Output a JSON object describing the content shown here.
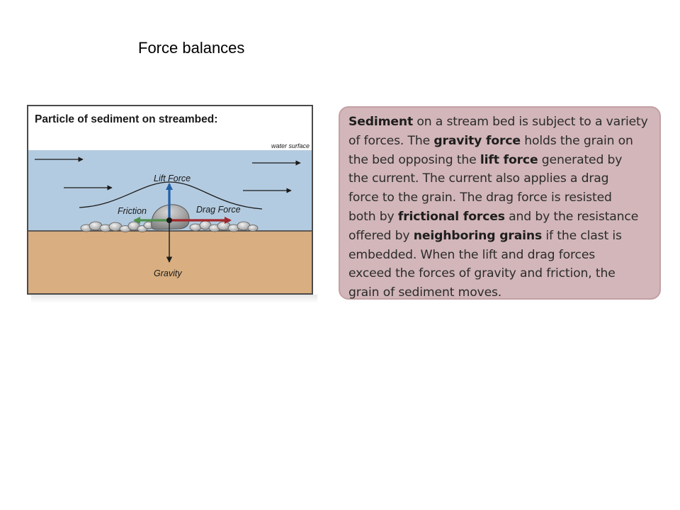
{
  "slide": {
    "title": "Force balances"
  },
  "diagram": {
    "heading": "Particle of sediment on streambed:",
    "water_surface_label": "water surface",
    "lift_label": "Lift Force",
    "friction_label": "Friction",
    "drag_label": "Drag Force",
    "gravity_label": "Gravity",
    "colors": {
      "water": "#b3cbe0",
      "sediment": "#d9ae80",
      "lift_arrow": "#1f5fa8",
      "drag_arrow": "#a1272b",
      "friction_arrow": "#4f8f4b",
      "gravity_arrow": "#1a1a1a"
    }
  },
  "explanation": {
    "background_color": "#d2b6b9",
    "lines": [
      [
        {
          "t": "Sediment",
          "b": true
        },
        {
          "t": " on a stream bed is subject to a variety",
          "b": false
        }
      ],
      [
        {
          "t": "of forces. The ",
          "b": false
        },
        {
          "t": "gravity force",
          "b": true
        },
        {
          "t": " holds the grain on",
          "b": false
        }
      ],
      [
        {
          "t": "the bed opposing the ",
          "b": false
        },
        {
          "t": "lift force",
          "b": true
        },
        {
          "t": " generated by",
          "b": false
        }
      ],
      [
        {
          "t": "the current.  The current also applies a drag",
          "b": false
        }
      ],
      [
        {
          "t": "force to the grain.  The drag force is resisted",
          "b": false
        }
      ],
      [
        {
          "t": "both by ",
          "b": false
        },
        {
          "t": "frictional forces",
          "b": true
        },
        {
          "t": " and by the resistance",
          "b": false
        }
      ],
      [
        {
          "t": "offered by ",
          "b": false
        },
        {
          "t": "neighboring grains",
          "b": true
        },
        {
          "t": " if the clast is",
          "b": false
        }
      ],
      [
        {
          "t": "embedded.  When the lift and drag forces",
          "b": false
        }
      ],
      [
        {
          "t": "exceed the forces of gravity and friction, the",
          "b": false
        }
      ],
      [
        {
          "t": "grain of sediment moves.",
          "b": false
        }
      ]
    ]
  }
}
